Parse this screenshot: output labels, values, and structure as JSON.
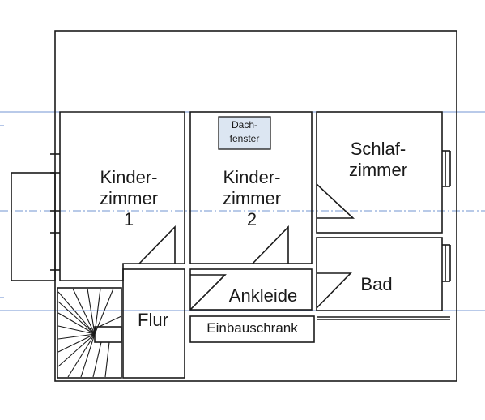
{
  "plan": {
    "rooms": {
      "kinderzimmer1": {
        "line1": "Kinder-",
        "line2": "zimmer",
        "line3": "1"
      },
      "kinderzimmer2": {
        "line1": "Kinder-",
        "line2": "zimmer",
        "line3": "2"
      },
      "schlafzimmer": {
        "line1": "Schlaf-",
        "line2": "zimmer"
      },
      "bad": "Bad",
      "flur": "Flur",
      "ankleide": "Ankleide",
      "einbauschrank": "Einbauschrank"
    },
    "skylight": {
      "line1": "Dach-",
      "line2": "fenster",
      "fill": "#dce6f2"
    },
    "guide_line_color": "#4472c4",
    "wall_color": "#1a1a1a"
  }
}
